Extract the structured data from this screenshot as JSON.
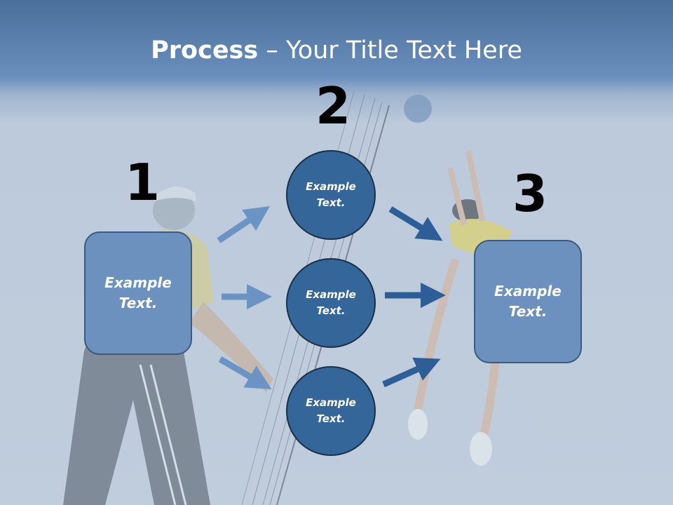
{
  "slide": {
    "title_bold": "Process",
    "title_rest": " – Your Title Text Here",
    "step1_number": "1",
    "step2_number": "2",
    "step3_number": "3",
    "left_box_text": "Example Text.",
    "right_box_text": "Example Text.",
    "circles": [
      {
        "text": "Example Text."
      },
      {
        "text": "Example Text."
      },
      {
        "text": "Example Text."
      }
    ]
  },
  "colors": {
    "box_fill": "#6d91bf",
    "circle_fill": "#34669a",
    "arrow_light": "#6b93c4",
    "arrow_dark": "#2e5e98",
    "header": "#4a6f9a"
  }
}
